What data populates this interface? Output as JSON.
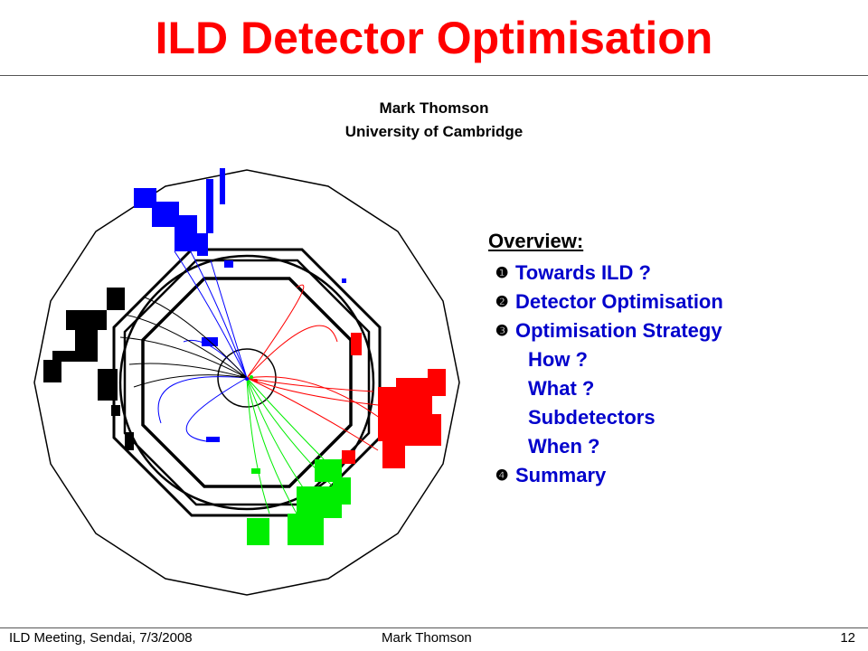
{
  "slide": {
    "title": "ILD Detector Optimisation",
    "author_name": "Mark Thomson",
    "author_affiliation": "University of Cambridge",
    "overview_heading": "Overview:",
    "agenda": [
      {
        "bullet": "❶",
        "text": "Towards ILD ?"
      },
      {
        "bullet": "❷",
        "text": "Detector Optimisation"
      },
      {
        "bullet": "❸",
        "text": "Optimisation Strategy"
      },
      {
        "bullet": "",
        "text": "How ?"
      },
      {
        "bullet": "",
        "text": "What ?"
      },
      {
        "bullet": "",
        "text": "Subdetectors"
      },
      {
        "bullet": "",
        "text": "When ?"
      },
      {
        "bullet": "❹",
        "text": "Summary"
      }
    ],
    "footer_left": "ILD Meeting, Sendai, 7/3/2008",
    "footer_center": "Mark Thomson",
    "footer_right": "12"
  },
  "colors": {
    "title": "#ff0000",
    "agenda_text": "#0000cc",
    "jet_blue": "#0000ff",
    "jet_red": "#ff0000",
    "jet_green": "#00ee00",
    "jet_black": "#000000"
  }
}
